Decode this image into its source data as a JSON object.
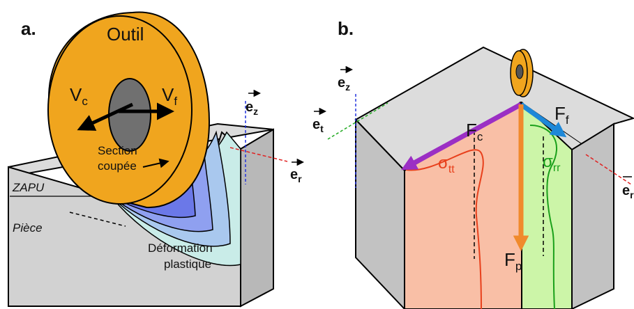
{
  "panel_a": {
    "letter": "a.",
    "tool_label": "Outil",
    "vc": {
      "main": "V",
      "sub": "c"
    },
    "vf": {
      "main": "V",
      "sub": "f"
    },
    "section_line1": "Section",
    "section_line2": "coupée",
    "zapu": "ZAPU",
    "piece": "Pièce",
    "deformation_line1": "Déformation",
    "deformation_line2": "plastique",
    "ez": {
      "main": "e",
      "sub": "z"
    },
    "er": {
      "main": "e",
      "sub": "r"
    }
  },
  "panel_b": {
    "letter": "b.",
    "ez": {
      "main": "e",
      "sub": "z"
    },
    "et": {
      "main": "e",
      "sub": "t"
    },
    "er": {
      "main": "e",
      "sub": "r"
    },
    "fc": {
      "main": "F",
      "sub": "c"
    },
    "ff": {
      "main": "F",
      "sub": "f"
    },
    "fp": {
      "main": "F",
      "sub": "p"
    },
    "sigma_tt": {
      "main": "σ",
      "sub": "tt"
    },
    "sigma_rr": {
      "main": "σ",
      "sub": "rr"
    }
  },
  "colors": {
    "tool_orange": "#f0a51e",
    "tool_hole": "#707070",
    "block_top": "#dcdcdc",
    "block_side": "#c2c2c2",
    "block_front": "#d2d2d2",
    "section_red": "#e8401c",
    "deform_1": "#6b78e8",
    "deform_2": "#8fa0f0",
    "deform_3": "#a9c8ee",
    "deform_4": "#c9ece8",
    "fc_purple": "#9b2fc4",
    "ff_blue": "#1e88d8",
    "fp_orange": "#f08a2c",
    "face_salmon": "#f9bfa6",
    "face_green": "#ccf5a8",
    "sigma_tt_red": "#e8401c",
    "sigma_rr_green": "#1aa01a",
    "axis_blue": "#2233dd",
    "axis_red": "#e02020",
    "axis_green": "#22aa22"
  }
}
